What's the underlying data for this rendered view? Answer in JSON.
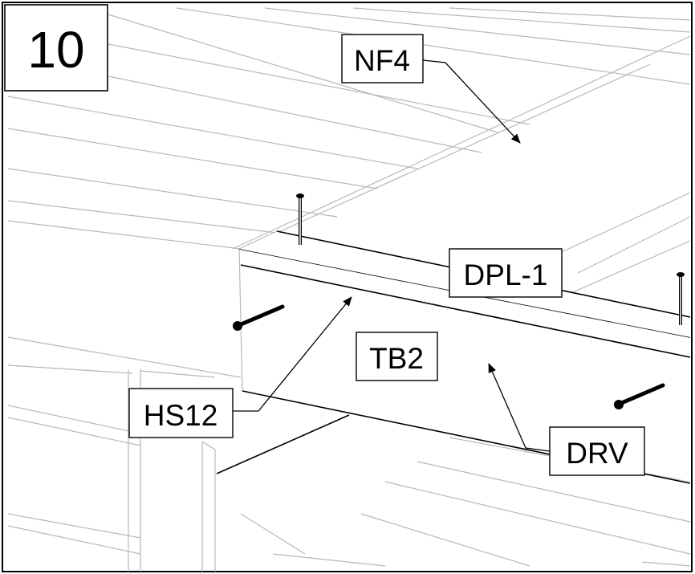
{
  "step": {
    "number": "10"
  },
  "labels": {
    "nf4": "NF4",
    "dpl1": "DPL-1",
    "tb2": "TB2",
    "hs12": "HS12",
    "drv": "DRV"
  },
  "colors": {
    "ink": "#000000",
    "faint_lines": "#b8b8b8",
    "background": "#ffffff"
  }
}
